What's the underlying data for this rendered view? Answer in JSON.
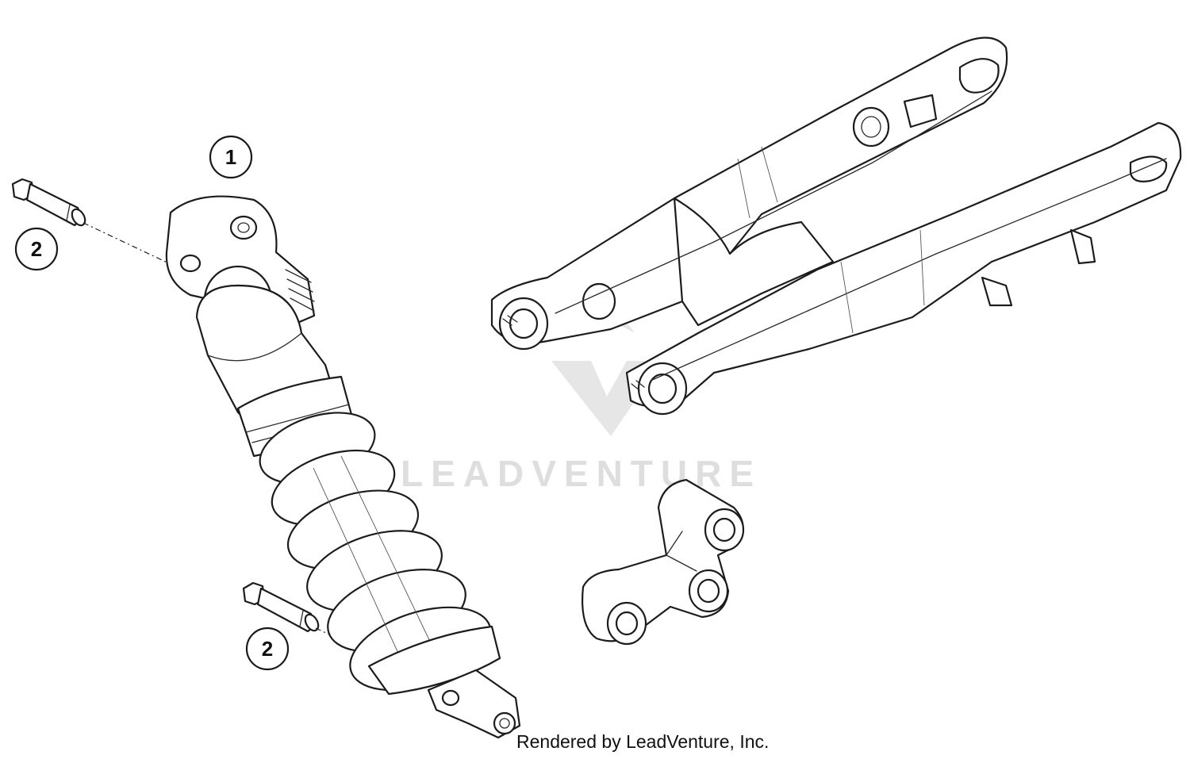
{
  "diagram": {
    "callouts": [
      {
        "id": "callout-1",
        "label": "1",
        "part": "shock-absorber"
      },
      {
        "id": "callout-2a",
        "label": "2",
        "part": "upper-mounting-bolt"
      },
      {
        "id": "callout-2b",
        "label": "2",
        "part": "lower-mounting-bolt"
      }
    ],
    "parts": [
      "shock-absorber",
      "upper-mounting-bolt",
      "lower-mounting-bolt",
      "swingarm",
      "linkage-lever"
    ]
  },
  "watermark": {
    "text": "LEADVENTURE",
    "logo_icon": "leadventure-logo-icon"
  },
  "footer": {
    "credit": "Rendered by LeadVenture, Inc."
  },
  "colors": {
    "line": "#1c1c1c",
    "background": "#ffffff",
    "watermark": "#d9d9d9"
  }
}
